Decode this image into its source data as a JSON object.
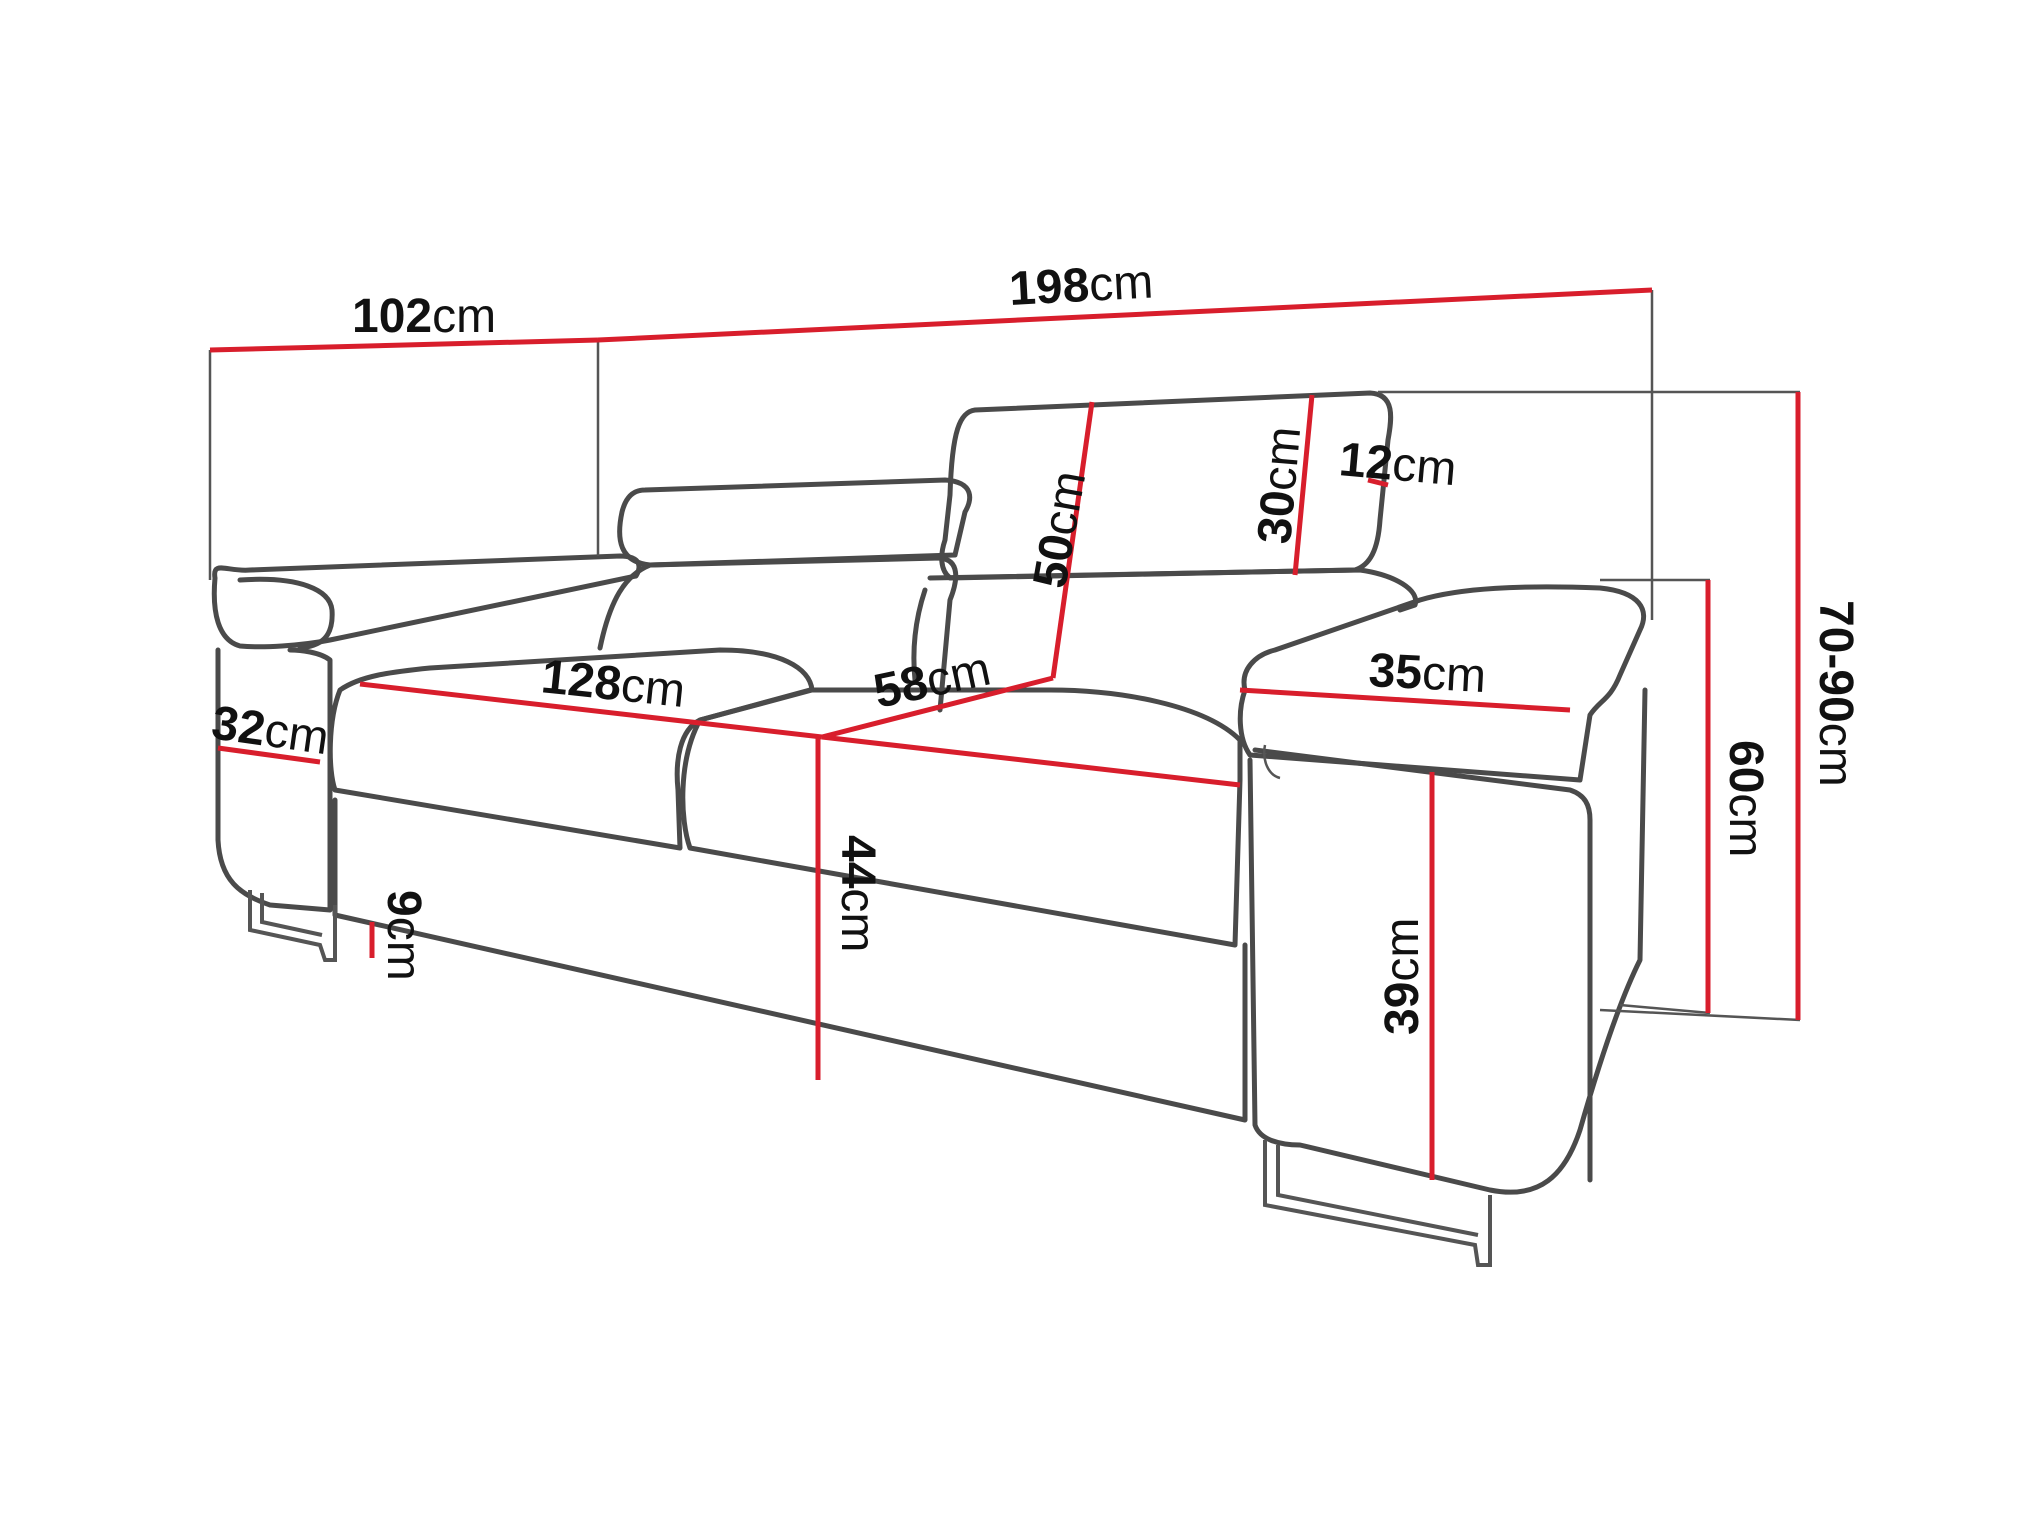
{
  "colors": {
    "dimension_line": "#d81e2c",
    "outline": "#4a4a4a",
    "text": "#111111",
    "background": "#ffffff"
  },
  "unit": "cm",
  "dimensions": {
    "total_width": {
      "value": "198",
      "unit": "cm"
    },
    "depth": {
      "value": "102",
      "unit": "cm"
    },
    "headrest_height": {
      "value": "50",
      "unit": "cm"
    },
    "headrest_width": {
      "value": "30",
      "unit": "cm"
    },
    "headrest_thickness": {
      "value": "12",
      "unit": "cm"
    },
    "seat_width": {
      "value": "128",
      "unit": "cm"
    },
    "seat_depth": {
      "value": "58",
      "unit": "cm"
    },
    "armrest_width": {
      "value": "35",
      "unit": "cm"
    },
    "armrest_side": {
      "value": "32",
      "unit": "cm"
    },
    "seat_height": {
      "value": "44",
      "unit": "cm"
    },
    "armrest_height": {
      "value": "60",
      "unit": "cm"
    },
    "total_height": {
      "value": "70-90",
      "unit": "cm"
    },
    "arm_body_height": {
      "value": "39",
      "unit": "cm"
    },
    "leg_height": {
      "value": "9",
      "unit": "cm"
    }
  }
}
